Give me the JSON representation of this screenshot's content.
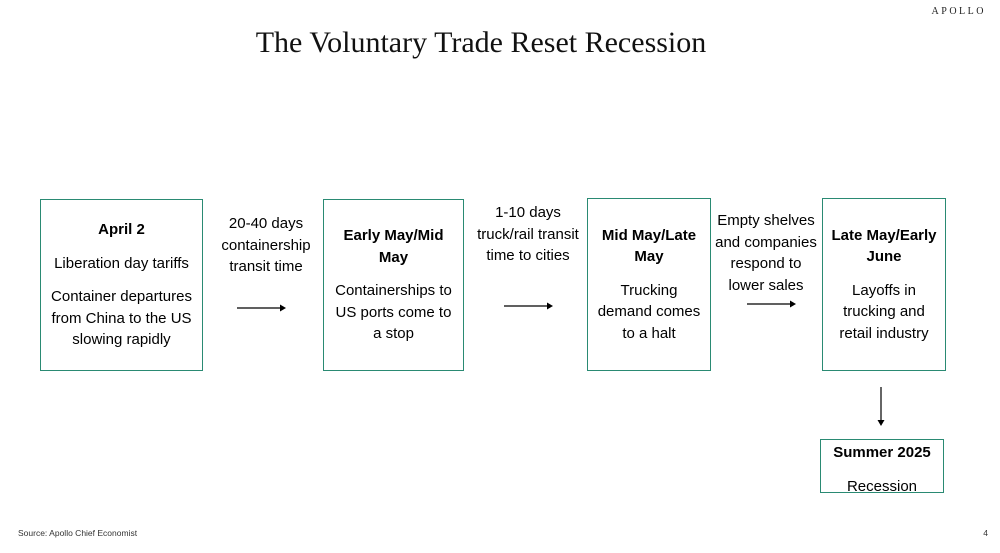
{
  "brand": {
    "logo_text": "APOLLO"
  },
  "title": "The Voluntary Trade Reset Recession",
  "steps": [
    {
      "heading": "April 2",
      "lines": [
        "Liberation day tariffs",
        "Container departures from China to the US slowing rapidly"
      ]
    },
    {
      "heading": "Early May/Mid May",
      "lines": [
        "Containerships to US ports come to a stop"
      ]
    },
    {
      "heading": "Mid May/Late May",
      "lines": [
        "Trucking demand comes to a halt"
      ]
    },
    {
      "heading": "Late May/Early June",
      "lines": [
        "Layoffs in trucking and retail industry"
      ]
    }
  ],
  "connectors": [
    {
      "text": "20-40 days containership transit time"
    },
    {
      "text": "1-10 days truck/rail transit time to cities"
    },
    {
      "text": "Empty shelves and companies respond to lower sales"
    }
  ],
  "outcome": {
    "heading": "Summer 2025",
    "text": "Recession"
  },
  "footer": {
    "source": "Source: Apollo Chief Economist",
    "page_number": "4"
  },
  "colors": {
    "box_border": "#2a8a73",
    "text": "#000000"
  }
}
